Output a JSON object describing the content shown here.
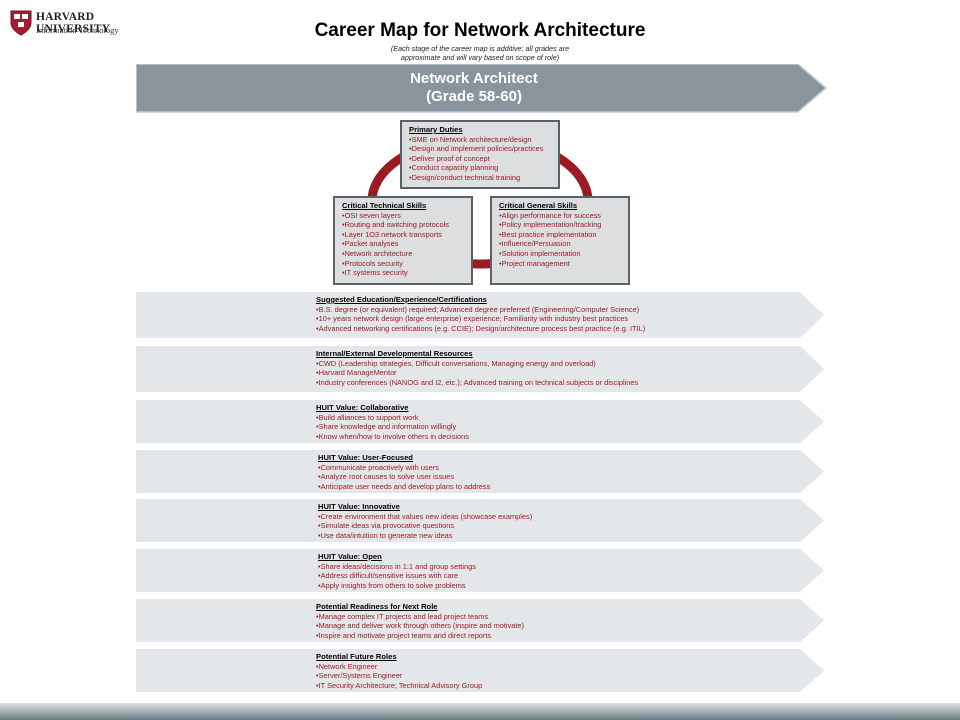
{
  "header": {
    "institution": "HARVARD UNIVERSITY",
    "department": "Information Technology",
    "title": "Career Map for Network Architecture",
    "subtitle_line1": "(Each stage of the career map is additive; all grades are",
    "subtitle_line2": "approximate and will vary based on scope of role)"
  },
  "banner": {
    "role": "Network Architect",
    "grade": "(Grade 58-60)"
  },
  "skills": {
    "primary_duties": {
      "heading": "Primary Duties",
      "items": [
        "SME on Network architecture/design",
        "Design and implement policies/practices",
        "Deliver proof of concept",
        "Conduct capacity planning",
        "Design/conduct technical training"
      ]
    },
    "technical": {
      "heading": "Critical Technical Skills",
      "items": [
        "OSI seven layers",
        "Routing and switching protocols",
        "Layer 1O3 network transports",
        "Packet analyses",
        "Network architecture",
        "Protocols security",
        "IT systems security"
      ]
    },
    "general": {
      "heading": "Critical General Skills",
      "items": [
        "Align performance for success",
        "Policy implementation/tracking",
        "Best practice implementation",
        "Influence/Persuasion",
        "Solution implementation",
        "Project management"
      ]
    }
  },
  "sections": [
    {
      "heading": "Suggested Education/Experience/Certifications",
      "items": [
        "B.S. degree (or equivalent) required; Advanced degree preferred (Engineering/Computer Science)",
        "10+ years network design (large enterprise) experience; Familiarity with industry best practices",
        "Advanced networking certifications (e.g. CCIE); Design/architecture process best practice (e.g. ITIL)"
      ]
    },
    {
      "heading": "Internal/External Developmental Resources",
      "items": [
        "CWD (Leadership strategies, Difficult conversations, Managing energy and overload)",
        "Harvard ManageMentor",
        "Industry conferences (NANOG and I2, etc.); Advanced training on technical subjects or disciplines"
      ]
    },
    {
      "heading": "HUIT Value: Collaborative",
      "items": [
        "Build alliances to support work",
        "Share knowledge and information willingly",
        "Know when/how to involve others in decisions"
      ]
    },
    {
      "heading": "HUIT Value: User-Focused",
      "items": [
        "Communicate proactively with users",
        "Analyze root causes to solve user issues",
        "Anticipate user needs and develop plans to address"
      ]
    },
    {
      "heading": "HUIT Value: Innovative",
      "items": [
        "Create environment that values new ideas (showcase examples)",
        "Simulate ideas via provocative questions",
        "Use data/intuition to generate new ideas"
      ]
    },
    {
      "heading": "HUIT Value: Open",
      "items": [
        "Share ideas/decisions in 1:1 and group settings",
        "Address difficult/sensitive issues with care",
        "Apply insights from others to solve problems"
      ]
    },
    {
      "heading": "Potential Readiness for Next Role",
      "items": [
        "Manage complex IT projects and lead project teams",
        "Manage and deliver work through others (inspire and motivate)",
        "Inspire and motivate project teams and direct reports"
      ]
    },
    {
      "heading": "Potential Future Roles",
      "items": [
        "Network Engineer",
        "Server/Systems Engineer",
        "IT Security Architecture; Technical Advisory Group"
      ]
    }
  ],
  "colors": {
    "crimson": "#9b1b22",
    "banner_gray": "#8a949c",
    "chevron_gray": "#e4e7e9",
    "box_fill": "#dcdee0",
    "box_border": "#5a6168"
  }
}
